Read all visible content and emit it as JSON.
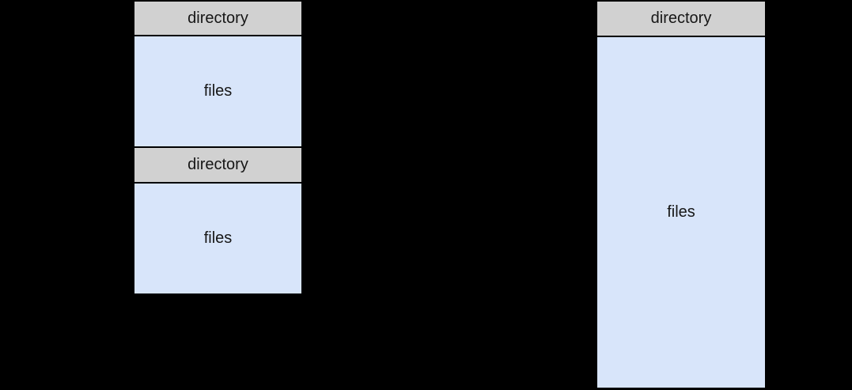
{
  "canvas": {
    "background": "#000000"
  },
  "colors": {
    "directory_fill": "#d1d1d1",
    "files_fill": "#d8e5fa",
    "divider": "#000000",
    "text": "#161616"
  },
  "left_structure": {
    "sections": [
      {
        "kind": "directory",
        "label": "directory"
      },
      {
        "kind": "files",
        "label": "files"
      },
      {
        "kind": "directory",
        "label": "directory"
      },
      {
        "kind": "files",
        "label": "files"
      }
    ]
  },
  "right_structure": {
    "sections": [
      {
        "kind": "directory",
        "label": "directory"
      },
      {
        "kind": "files",
        "label": "files"
      }
    ]
  }
}
